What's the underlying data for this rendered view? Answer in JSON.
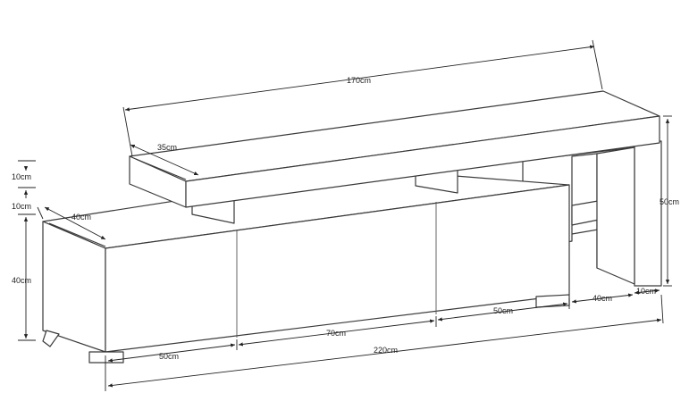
{
  "dimensions": {
    "top_length": "170cm",
    "top_depth": "35cm",
    "left_depth": "40cm",
    "top_thickness": "10cm",
    "gap_height": "10cm",
    "base_height": "40cm",
    "column_height": "50cm",
    "right_depth": "40cm",
    "right_thickness": "10cm",
    "door_left": "50cm",
    "door_middle": "70cm",
    "door_right": "50cm",
    "total_length": "220cm"
  }
}
